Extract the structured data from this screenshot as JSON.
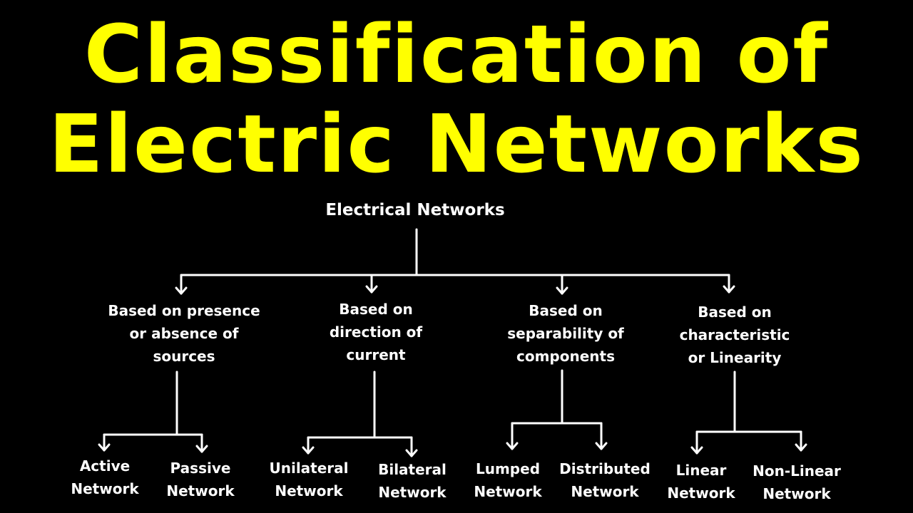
{
  "title": {
    "line1": "Classification of",
    "line2": "Electric Networks",
    "color": "#ffff00"
  },
  "tree": {
    "root": "Electrical Networks",
    "categories": [
      {
        "label": "Based on presence\nor absence of\nsources",
        "children": [
          "Active\nNetwork",
          "Passive\nNetwork"
        ]
      },
      {
        "label": "Based on\ndirection of\ncurrent",
        "children": [
          "Unilateral\nNetwork",
          "Bilateral\nNetwork"
        ]
      },
      {
        "label": "Based on\nseparability of\ncomponents",
        "children": [
          "Lumped\nNetwork",
          "Distributed\nNetwork"
        ]
      },
      {
        "label": "Based on\ncharacteristic\nor Linearity",
        "children": [
          "Linear\nNetwork",
          "Non-Linear\nNetwork"
        ]
      }
    ]
  }
}
